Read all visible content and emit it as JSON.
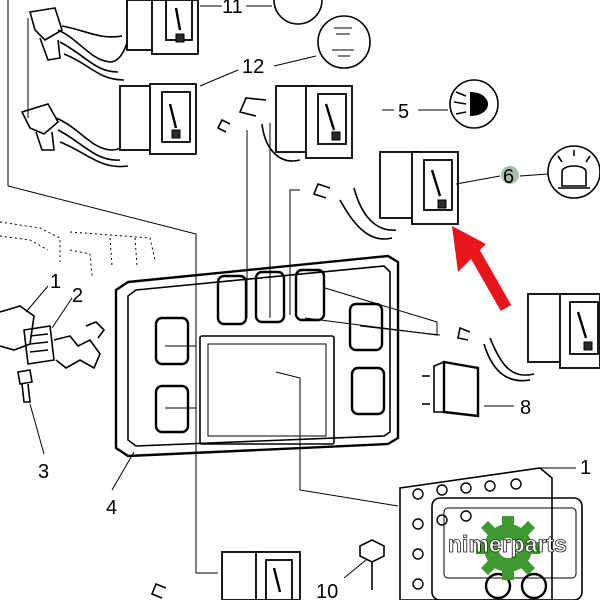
{
  "callouts": {
    "c1": "1",
    "c2": "2",
    "c3": "3",
    "c4": "4",
    "c5": "5",
    "c6": "6",
    "c8": "8",
    "c10": "10",
    "c11": "11",
    "c12": "12"
  },
  "watermark": {
    "text": "nimerparts"
  },
  "colors": {
    "arrow": "#e8161b",
    "callout_highlight": "#8fb99a",
    "watermark_gear": "#3e9a2f"
  },
  "icons": {
    "headlight": "headlight-symbol-icon",
    "beacon": "rotating-beacon-icon",
    "function": "switch-function-symbol-icon"
  }
}
